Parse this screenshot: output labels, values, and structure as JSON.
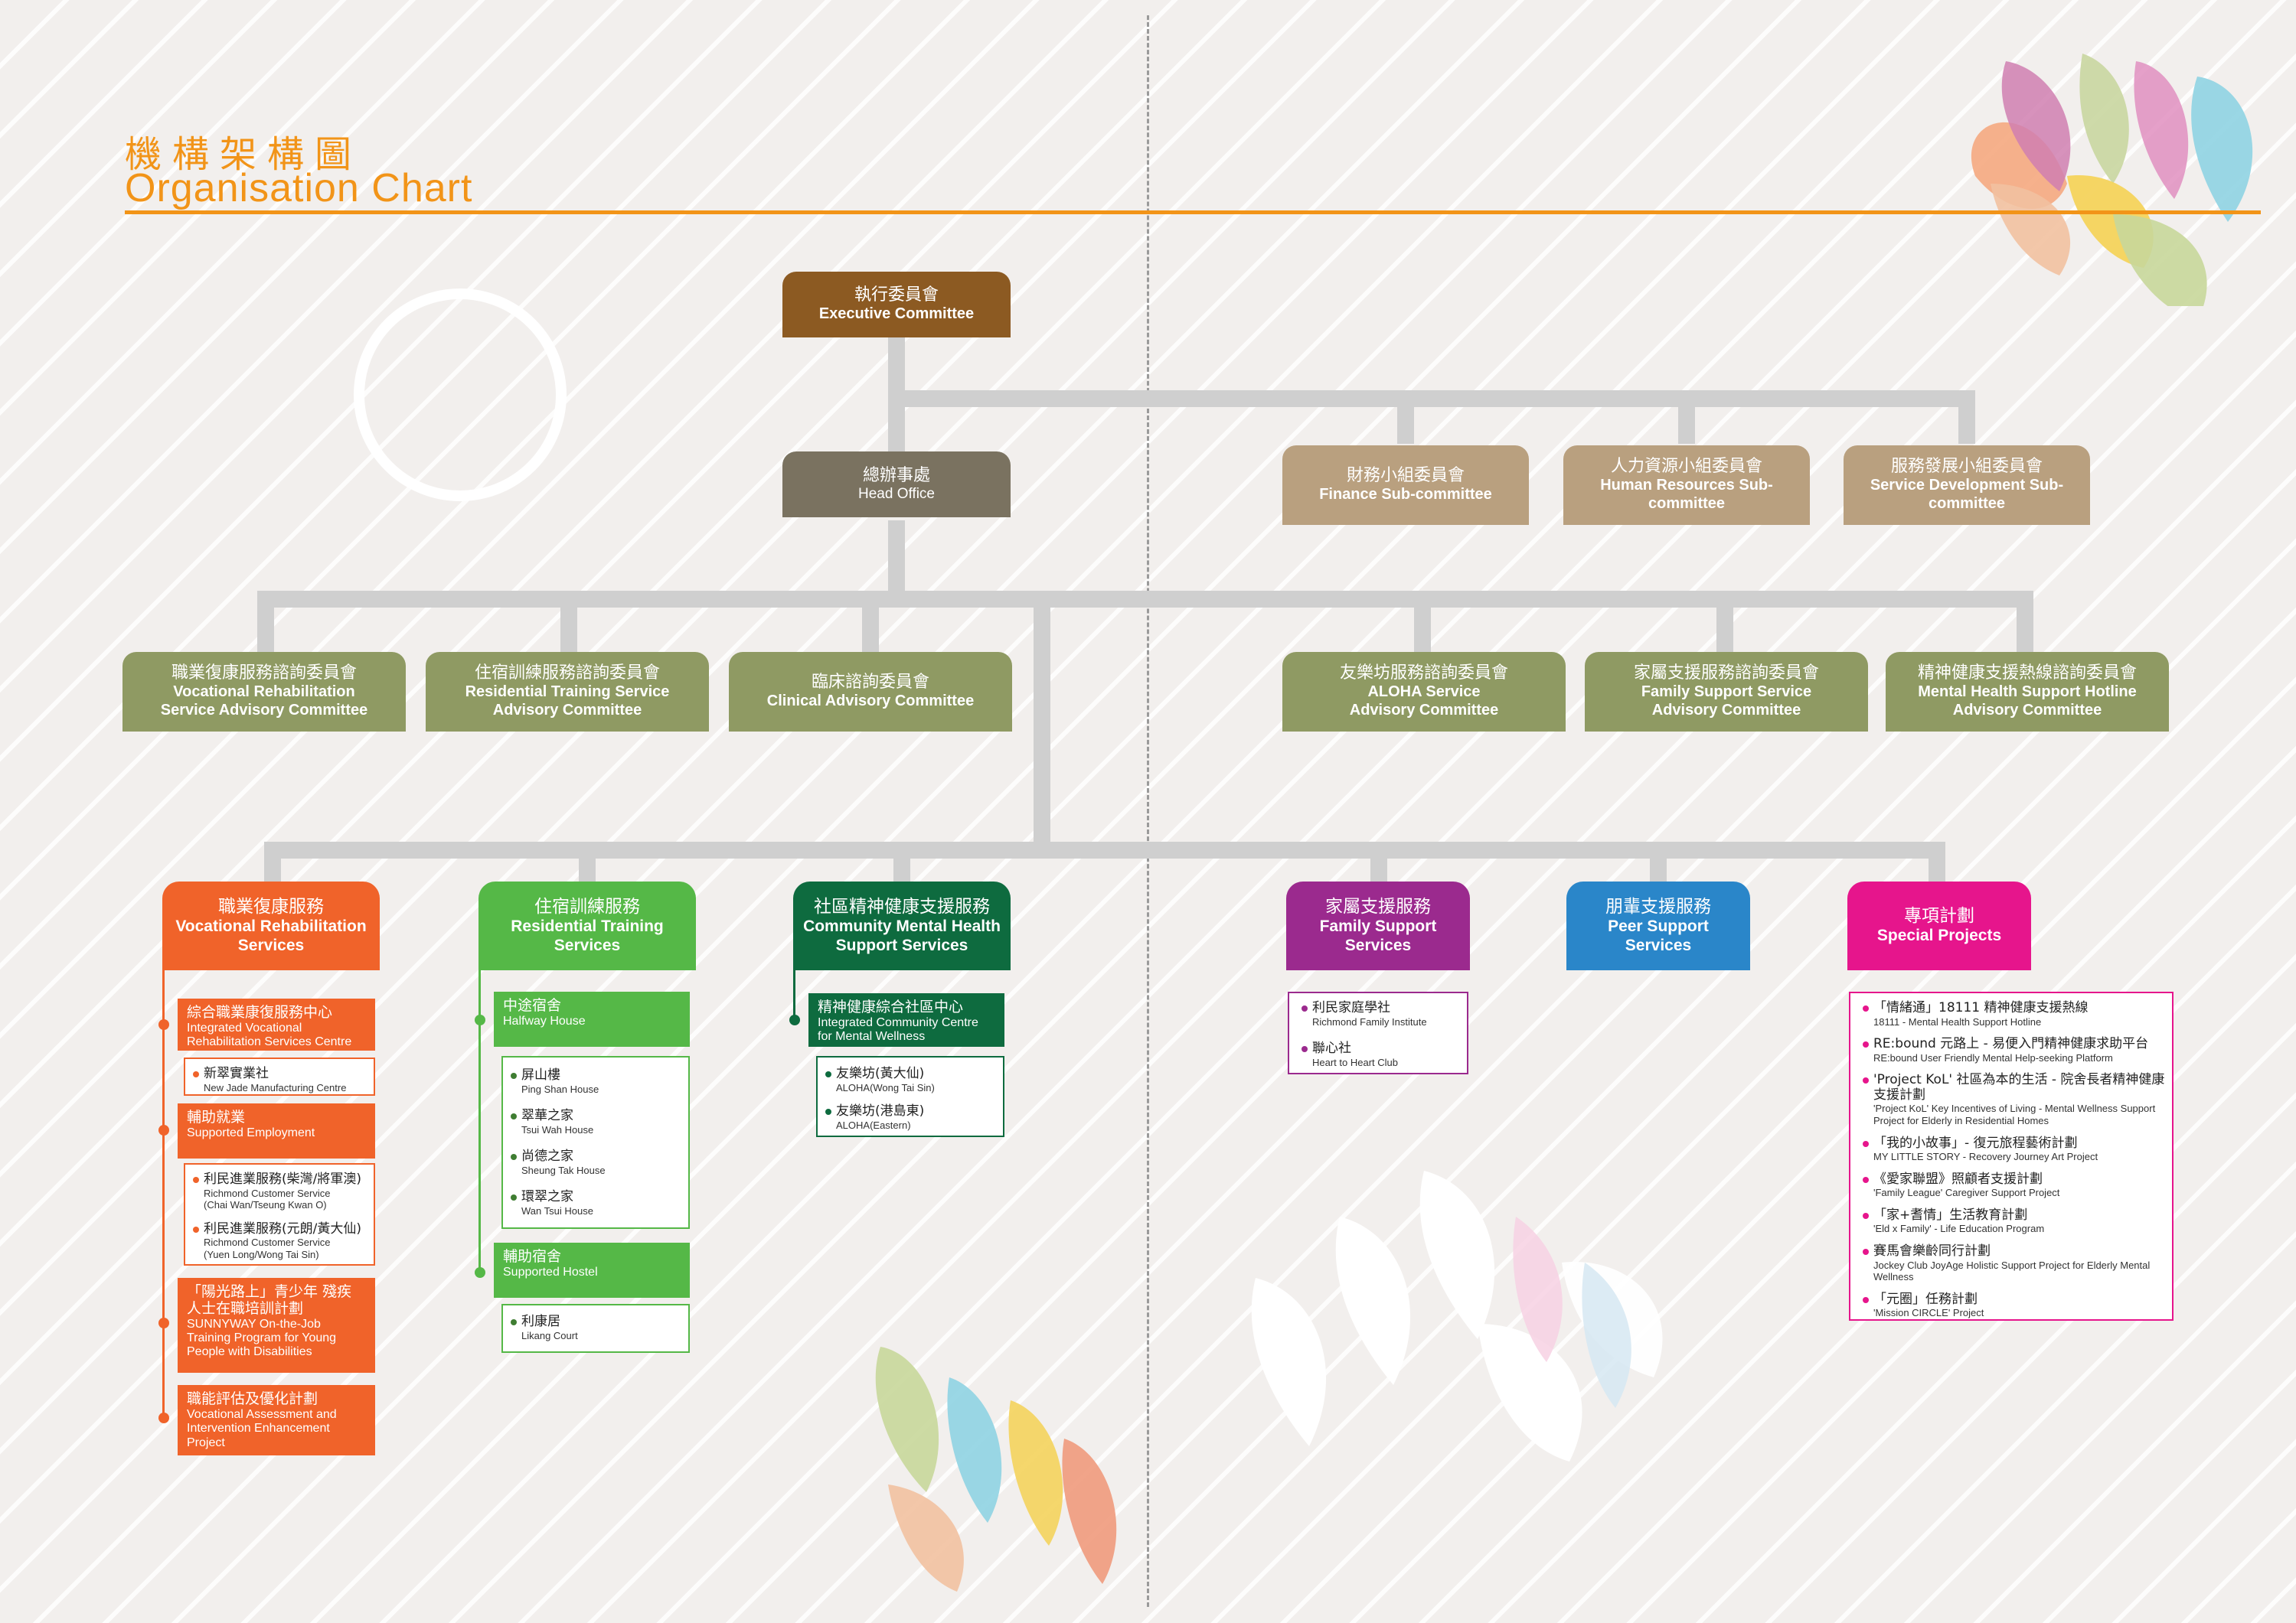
{
  "header": {
    "title_zh": "機構架構圖",
    "title_en": "Organisation Chart"
  },
  "executive": {
    "zh": "執行委員會",
    "en": "Executive Committee"
  },
  "head_office": {
    "zh": "總辦事處",
    "en": "Head Office"
  },
  "subcommittees": [
    {
      "zh": "財務小組委員會",
      "en": "Finance Sub-committee"
    },
    {
      "zh": "人力資源小組委員會",
      "en": "Human Resources Sub-committee"
    },
    {
      "zh": "服務發展小組委員會",
      "en": "Service Development Sub-committee"
    }
  ],
  "advisory": [
    {
      "zh": "職業復康服務諮詢委員會",
      "en": "Vocational Rehabilitation Service Advisory Committee"
    },
    {
      "zh": "住宿訓練服務諮詢委員會",
      "en": "Residential Training Service Advisory Committee"
    },
    {
      "zh": "臨床諮詢委員會",
      "en": "Clinical Advisory Committee"
    },
    {
      "zh": "友樂坊服務諮詢委員會",
      "en": "ALOHA Service Advisory Committee"
    },
    {
      "zh": "家屬支援服務諮詢委員會",
      "en": "Family Support Service Advisory Committee"
    },
    {
      "zh": "精神健康支援熱線諮詢委員會",
      "en": "Mental Health Support Hotline Advisory Committee"
    }
  ],
  "services": {
    "vocational": {
      "zh": "職業復康服務",
      "en": "Vocational Rehabilitation Services",
      "color": "#f0632a",
      "units": [
        {
          "zh": "綜合職業康復服務中心",
          "en": "Integrated Vocational Rehabilitation Services Centre",
          "items": [
            {
              "zh": "新翠實業社",
              "en": "New Jade Manufacturing Centre"
            }
          ]
        },
        {
          "zh": "輔助就業",
          "en": "Supported Employment",
          "items": [
            {
              "zh": "利民進業服務(柴灣/將軍澳)",
              "en": "Richmond Customer Service",
              "en2": "(Chai Wan/Tseung Kwan O)"
            },
            {
              "zh": "利民進業服務(元朗/黃大仙)",
              "en": "Richmond Customer Service",
              "en2": "(Yuen Long/Wong Tai Sin)"
            }
          ]
        },
        {
          "zh": "「陽光路上」青少年 殘疾人士在職培訓計劃",
          "en": "SUNNYWAY On-the-Job Training Program for Young People with Disabilities",
          "items": []
        },
        {
          "zh": "職能評估及優化計劃",
          "en": "Vocational Assessment and Intervention Enhancement Project",
          "items": []
        }
      ]
    },
    "residential": {
      "zh": "住宿訓練服務",
      "en": "Residential Training Services",
      "color": "#55b847",
      "units": [
        {
          "zh": "中途宿舍",
          "en": "Halfway House",
          "items": [
            {
              "zh": "屏山樓",
              "en": "Ping Shan House"
            },
            {
              "zh": "翠華之家",
              "en": "Tsui Wah House"
            },
            {
              "zh": "尚德之家",
              "en": "Sheung Tak House"
            },
            {
              "zh": "環翠之家",
              "en": "Wan Tsui House"
            }
          ]
        },
        {
          "zh": "輔助宿舍",
          "en": "Supported Hostel",
          "items": [
            {
              "zh": "利康居",
              "en": "Likang Court"
            }
          ]
        }
      ]
    },
    "community": {
      "zh": "社區精神健康支援服務",
      "en": "Community Mental Health Support Services",
      "color": "#0e6b3f",
      "units": [
        {
          "zh": "精神健康綜合社區中心",
          "en": "Integrated Community Centre for Mental Wellness",
          "items": [
            {
              "zh": "友樂坊(黃大仙)",
              "en": "ALOHA(Wong Tai Sin)"
            },
            {
              "zh": "友樂坊(港島東)",
              "en": "ALOHA(Eastern)"
            }
          ]
        }
      ]
    },
    "family": {
      "zh": "家屬支援服務",
      "en": "Family Support Services",
      "color": "#9b2a8e",
      "items": [
        {
          "zh": "利民家庭學社",
          "en": "Richmond Family Institute"
        },
        {
          "zh": "聯心社",
          "en": "Heart to Heart Club"
        }
      ]
    },
    "peer": {
      "zh": "朋輩支援服務",
      "en": "Peer Support Services",
      "color": "#2a86c9"
    },
    "special": {
      "zh": "專項計劃",
      "en": "Special Projects",
      "color": "#e6158c",
      "items": [
        {
          "zh": "「情緒通」18111 精神健康支援熱線",
          "en": "18111 - Mental Health Support Hotline"
        },
        {
          "zh": "RE:bound 元路上 - 易便入門精神健康求助平台",
          "en": "RE:bound User Friendly Mental Help-seeking Platform"
        },
        {
          "zh": "'Project KoL' 社區為本的生活 - 院舍長者精神健康支援計劃",
          "en": "'Project KoL' Key Incentives of Living - Mental Wellness Support Project for Elderly in Residential Homes"
        },
        {
          "zh": "「我的小故事」- 復元旅程藝術計劃",
          "en": "MY LITTLE STORY - Recovery Journey Art Project"
        },
        {
          "zh": "《愛家聯盟》照顧者支援計劃",
          "en": "'Family League' Caregiver Support Project"
        },
        {
          "zh": "「家+耆情」生活教育計劃",
          "en": "'Eld x Family' - Life Education Program"
        },
        {
          "zh": "賽馬會樂齡同行計劃",
          "en": "Jockey Club JoyAge Holistic Support Project for Elderly Mental Wellness"
        },
        {
          "zh": "「元圈」任務計劃",
          "en": "'Mission CIRCLE' Project"
        }
      ]
    }
  }
}
